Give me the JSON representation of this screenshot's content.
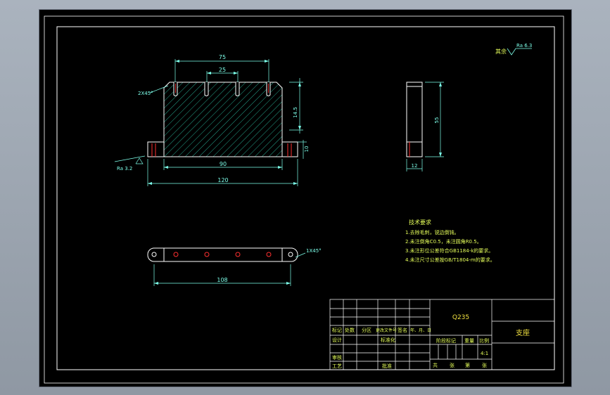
{
  "colors": {
    "background": "#000000",
    "frame": "#ffffff",
    "dimension": "#7dffea",
    "hatch": "#2fd0b0",
    "hole": "#ff3030",
    "note_text": "#e6ff5a",
    "title_text": "#f0e040",
    "accent_text": "#ffb030"
  },
  "dimensions": {
    "width_top": "75",
    "pitch": "25",
    "chamfer_top": "2X45°",
    "height_slot": "14.5",
    "foot_height": "10",
    "inner_length": "90",
    "total_length": "120",
    "roughness_left": "Ra 3.2",
    "side_height": "55",
    "side_width": "12",
    "bottom_chamfer": "1X45°",
    "bottom_length": "108"
  },
  "roughness_remaining": {
    "label": "其余",
    "value": "Ra 6.3"
  },
  "notes": {
    "title": "技术要求",
    "items": [
      "1.去除毛刺，锐边倒钝。",
      "2.未注倒角C0.5，未注圆角R0.5。",
      "3.未注形位公差符合GB1184-k的要求。",
      "4.未注尺寸公差按GB/T1804-m的要求。"
    ]
  },
  "title_block": {
    "material": "Q235",
    "part_name": "支座",
    "scale": "4:1",
    "row_headers": [
      "标记",
      "处数",
      "分区",
      "更改文件号",
      "签名",
      "年、月、日"
    ],
    "labels": {
      "design": "设计",
      "standardize": "标准化",
      "stage_mark": "阶段标记",
      "weight": "重量",
      "ratio": "比例",
      "review": "审核",
      "process": "工艺",
      "approve": "批准",
      "total": "共",
      "sheets": "张",
      "sheet_no": "第",
      "sheets2": "张"
    }
  }
}
